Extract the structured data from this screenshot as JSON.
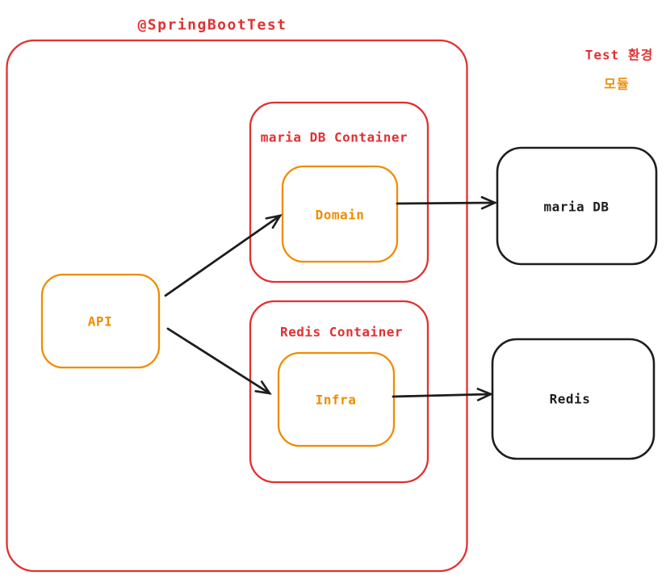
{
  "diagram": {
    "title": "@SpringBootTest",
    "legend": {
      "env": "Test 환경",
      "module": "모듈"
    },
    "nodes": {
      "api": {
        "label": "API",
        "kind": "module"
      },
      "maria_container": {
        "label": "maria DB Container",
        "kind": "container"
      },
      "domain": {
        "label": "Domain",
        "kind": "module"
      },
      "redis_container": {
        "label": "Redis Container",
        "kind": "container"
      },
      "infra": {
        "label": "Infra",
        "kind": "module"
      },
      "maria_db": {
        "label": "maria DB",
        "kind": "external"
      },
      "redis": {
        "label": "Redis",
        "kind": "external"
      }
    },
    "edges": [
      {
        "from": "api",
        "to": "domain"
      },
      {
        "from": "api",
        "to": "infra"
      },
      {
        "from": "domain",
        "to": "maria_db"
      },
      {
        "from": "infra",
        "to": "redis"
      }
    ],
    "colors": {
      "container": "#e03131",
      "module": "#f08c00",
      "external": "#1e1e1e",
      "arrow": "#1e1e1e",
      "background": "#ffffff"
    }
  }
}
